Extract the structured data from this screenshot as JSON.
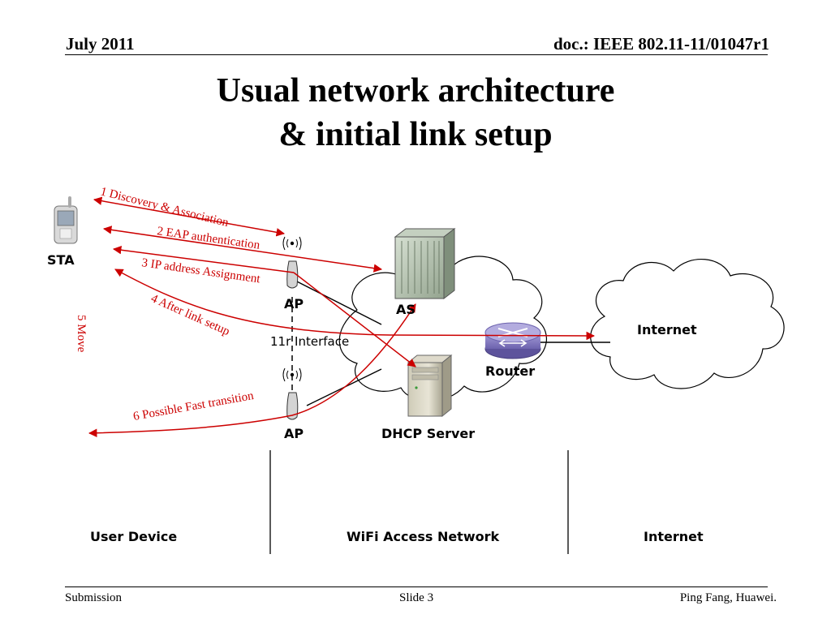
{
  "header": {
    "date": "July 2011",
    "doc": "doc.: IEEE 802.11-11/01047r1"
  },
  "title": {
    "line1": "Usual network architecture",
    "line2": "& initial link setup"
  },
  "steps": {
    "s1": "1 Discovery & Association",
    "s2": "2 EAP authentication",
    "s3": "3  IP address Assignment",
    "s4": "4 After link setup",
    "s5": "5 Move",
    "s6": "6 Possible Fast transition"
  },
  "nodes": {
    "sta": "STA",
    "ap1": "AP",
    "ap2": "AP",
    "as": "AS",
    "router": "Router",
    "dhcp": "DHCP Server",
    "internet": "Internet",
    "interface": "11r Interface"
  },
  "regions": {
    "user_device": "User Device",
    "wifi_network": "WiFi Access Network",
    "internet": "Internet"
  },
  "footer": {
    "left": "Submission",
    "center": "Slide 3",
    "right": "Ping Fang, Huawei."
  },
  "colors": {
    "arrow": "#cc0000",
    "router": "#8f86c8"
  }
}
